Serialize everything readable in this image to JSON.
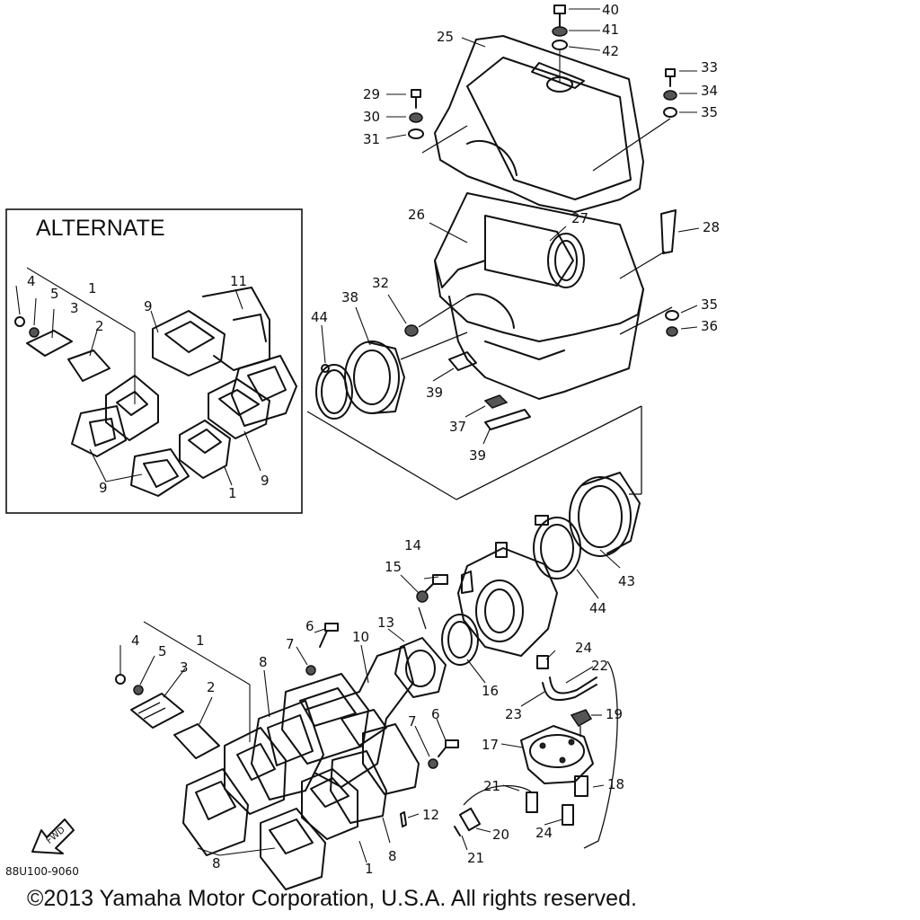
{
  "alternate_title": "ALTERNATE",
  "diagram_code": "88U100-9060",
  "fwd_label": "FWD",
  "copyright": "©2013 Yamaha Motor Corporation, U.S.A. All rights reserved.",
  "callouts": [
    {
      "id": "c40",
      "text": "40"
    },
    {
      "id": "c41",
      "text": "41"
    },
    {
      "id": "c42",
      "text": "42"
    },
    {
      "id": "c25",
      "text": "25"
    },
    {
      "id": "c33",
      "text": "33"
    },
    {
      "id": "c34",
      "text": "34"
    },
    {
      "id": "c35a",
      "text": "35"
    },
    {
      "id": "c29",
      "text": "29"
    },
    {
      "id": "c30",
      "text": "30"
    },
    {
      "id": "c31",
      "text": "31"
    },
    {
      "id": "c26",
      "text": "26"
    },
    {
      "id": "c27",
      "text": "27"
    },
    {
      "id": "c28",
      "text": "28"
    },
    {
      "id": "c35b",
      "text": "35"
    },
    {
      "id": "c36",
      "text": "36"
    },
    {
      "id": "c32",
      "text": "32"
    },
    {
      "id": "c38",
      "text": "38"
    },
    {
      "id": "c44a",
      "text": "44"
    },
    {
      "id": "c39a",
      "text": "39"
    },
    {
      "id": "c37",
      "text": "37"
    },
    {
      "id": "c39b",
      "text": "39"
    },
    {
      "id": "a4",
      "text": "4"
    },
    {
      "id": "a5",
      "text": "5"
    },
    {
      "id": "a1",
      "text": "1"
    },
    {
      "id": "a3",
      "text": "3"
    },
    {
      "id": "a2",
      "text": "2"
    },
    {
      "id": "a9a",
      "text": "9"
    },
    {
      "id": "a11",
      "text": "11"
    },
    {
      "id": "a9b",
      "text": "9"
    },
    {
      "id": "a9c",
      "text": "9"
    },
    {
      "id": "a1b",
      "text": "1"
    },
    {
      "id": "c14",
      "text": "14"
    },
    {
      "id": "c15",
      "text": "15"
    },
    {
      "id": "c43",
      "text": "43"
    },
    {
      "id": "c44b",
      "text": "44"
    },
    {
      "id": "c13",
      "text": "13"
    },
    {
      "id": "c16",
      "text": "16"
    },
    {
      "id": "c6a",
      "text": "6"
    },
    {
      "id": "c7a",
      "text": "7"
    },
    {
      "id": "c10",
      "text": "10"
    },
    {
      "id": "c4",
      "text": "4"
    },
    {
      "id": "c5",
      "text": "5"
    },
    {
      "id": "c1",
      "text": "1"
    },
    {
      "id": "c3",
      "text": "3"
    },
    {
      "id": "c2",
      "text": "2"
    },
    {
      "id": "c8a",
      "text": "8"
    },
    {
      "id": "c24a",
      "text": "24"
    },
    {
      "id": "c22",
      "text": "22"
    },
    {
      "id": "c23",
      "text": "23"
    },
    {
      "id": "c19",
      "text": "19"
    },
    {
      "id": "c7b",
      "text": "7"
    },
    {
      "id": "c6b",
      "text": "6"
    },
    {
      "id": "c17",
      "text": "17"
    },
    {
      "id": "c21a",
      "text": "21"
    },
    {
      "id": "c18",
      "text": "18"
    },
    {
      "id": "c12",
      "text": "12"
    },
    {
      "id": "c20",
      "text": "20"
    },
    {
      "id": "c24b",
      "text": "24"
    },
    {
      "id": "c8b",
      "text": "8"
    },
    {
      "id": "c8c",
      "text": "8"
    },
    {
      "id": "c1b",
      "text": "1"
    },
    {
      "id": "c21b",
      "text": "21"
    }
  ]
}
